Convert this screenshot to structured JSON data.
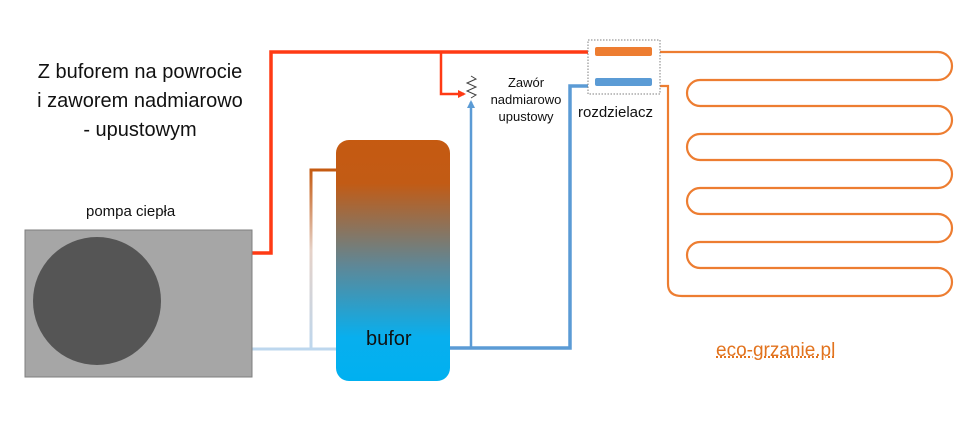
{
  "title_lines": [
    "Z buforem na powrocie",
    "i zaworem nadmiarowo",
    "- upustowym"
  ],
  "labels": {
    "pump": "pompa ciepła",
    "valve_lines": [
      "Zawór",
      "nadmiarowo",
      "upustowy"
    ],
    "distributor": "rozdzielacz",
    "buffer": "bufor",
    "website": "eco-grzanie.pl"
  },
  "colors": {
    "supply": "#ff3a14",
    "return": "#5b9bd5",
    "return_light": "#bdd7ee",
    "pump_body": "#a6a6a6",
    "fan": "#555555",
    "buffer_top": "#c55a11",
    "buffer_bottom": "#00b0f0",
    "floor_loop": "#ed7d31",
    "website": "#e2731e"
  },
  "icons": [
    "heat-pump-fan-icon",
    "relief-valve-spring-icon"
  ]
}
